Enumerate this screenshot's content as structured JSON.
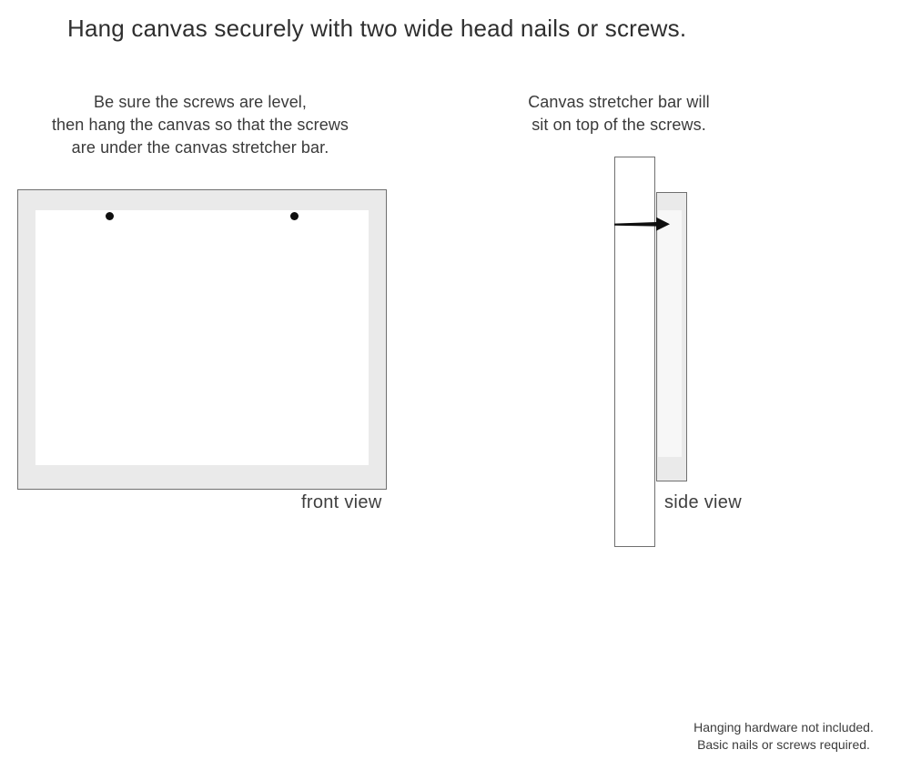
{
  "title": "Hang canvas securely with two wide head nails or screws.",
  "instructions": {
    "front": {
      "lines": [
        "Be sure the screws are level,",
        "then hang the canvas so that the screws",
        "are under the canvas stretcher bar."
      ]
    },
    "side": {
      "lines": [
        "Canvas stretcher bar will",
        "sit on top of the screws."
      ]
    }
  },
  "labels": {
    "front_view": "front view",
    "side_view": "side view"
  },
  "footnote": {
    "lines": [
      "Hanging hardware not included.",
      "Basic nails or screws required."
    ]
  },
  "colors": {
    "background": "#ffffff",
    "frame_fill": "#eaeaea",
    "frame_border": "#707070",
    "canvas_white": "#ffffff",
    "nail": "#0f0f0f",
    "text": "#3a3a3a"
  },
  "icons": {
    "screw_dot": "filled black circle representing wide head screw",
    "nail": "side-view nail with wide head pointing right"
  }
}
